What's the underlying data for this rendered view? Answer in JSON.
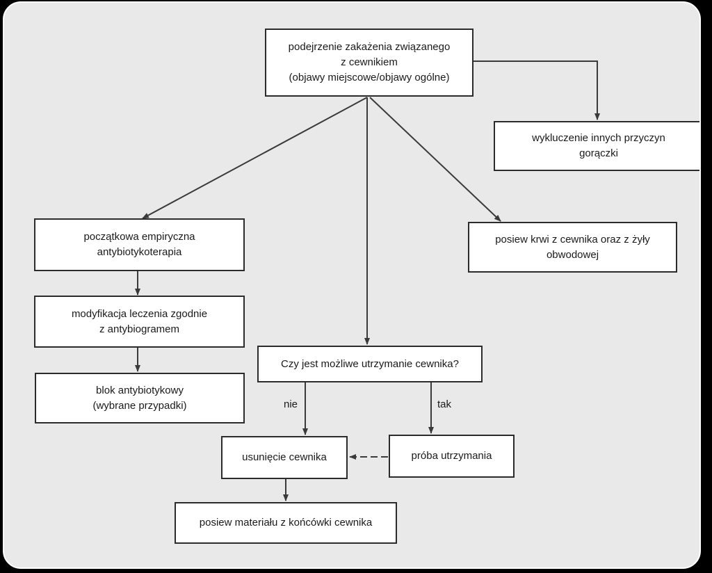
{
  "colors": {
    "background": "#e9e9e9",
    "frame_border": "#ffffff",
    "outer": "#000000",
    "node_fill": "#ffffff",
    "node_border": "#2b2b2b",
    "line": "#3a3a3a"
  },
  "nodes": {
    "suspicion": {
      "lines": [
        "podejrzenie zakażenia związanego",
        "z cewnikiem",
        "(objawy miejscowe/objawy ogólne)"
      ]
    },
    "exclude": {
      "lines": [
        "wykluczenie innych przyczyn",
        "gorączki"
      ]
    },
    "empirical": {
      "lines": [
        "początkowa empiryczna",
        "antybiotykoterapia"
      ]
    },
    "blood_culture": {
      "lines": [
        "posiew krwi z cewnika oraz z żyły",
        "obwodowej"
      ]
    },
    "modification": {
      "lines": [
        "modyfikacja leczenia zgodnie",
        "z antybiogramem"
      ]
    },
    "question": {
      "lines": [
        "Czy jest możliwe utrzymanie cewnika?"
      ]
    },
    "lock": {
      "lines": [
        "blok antybiotykowy",
        "(wybrane przypadki)"
      ]
    },
    "removal": {
      "lines": [
        "usunięcie cewnika"
      ]
    },
    "attempt": {
      "lines": [
        "próba utrzymania"
      ]
    },
    "tip_culture": {
      "lines": [
        "posiew materiału z końcówki cewnika"
      ]
    }
  },
  "edge_labels": {
    "no": "nie",
    "yes": "tak"
  }
}
